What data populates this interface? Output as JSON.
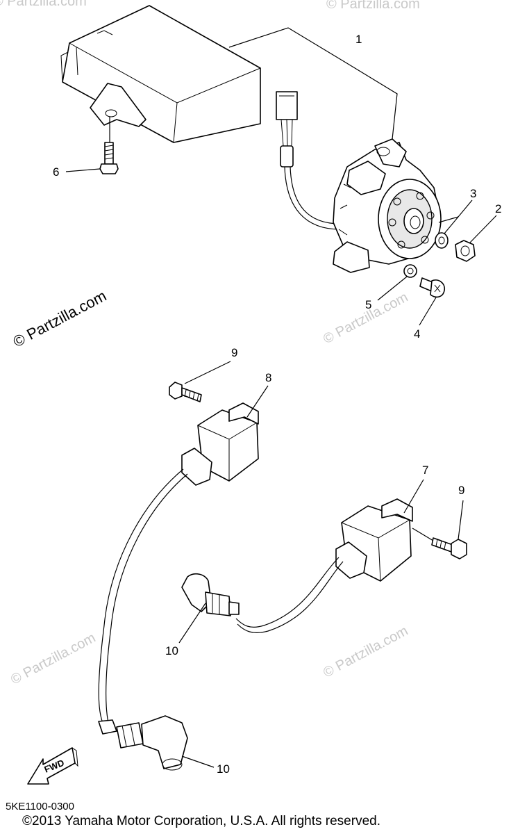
{
  "callouts": {
    "c1": "1",
    "c2": "2",
    "c3": "3",
    "c4": "4",
    "c5": "5",
    "c6": "6",
    "c7": "7",
    "c8": "8",
    "c9a": "9",
    "c9b": "9",
    "c10a": "10",
    "c10b": "10"
  },
  "watermark": "© Partzilla.com",
  "fwd_label": "FWD",
  "drawing_code": "5KE1100-0300",
  "copyright": "©2013 Yamaha Motor Corporation, U.S.A. All rights reserved."
}
